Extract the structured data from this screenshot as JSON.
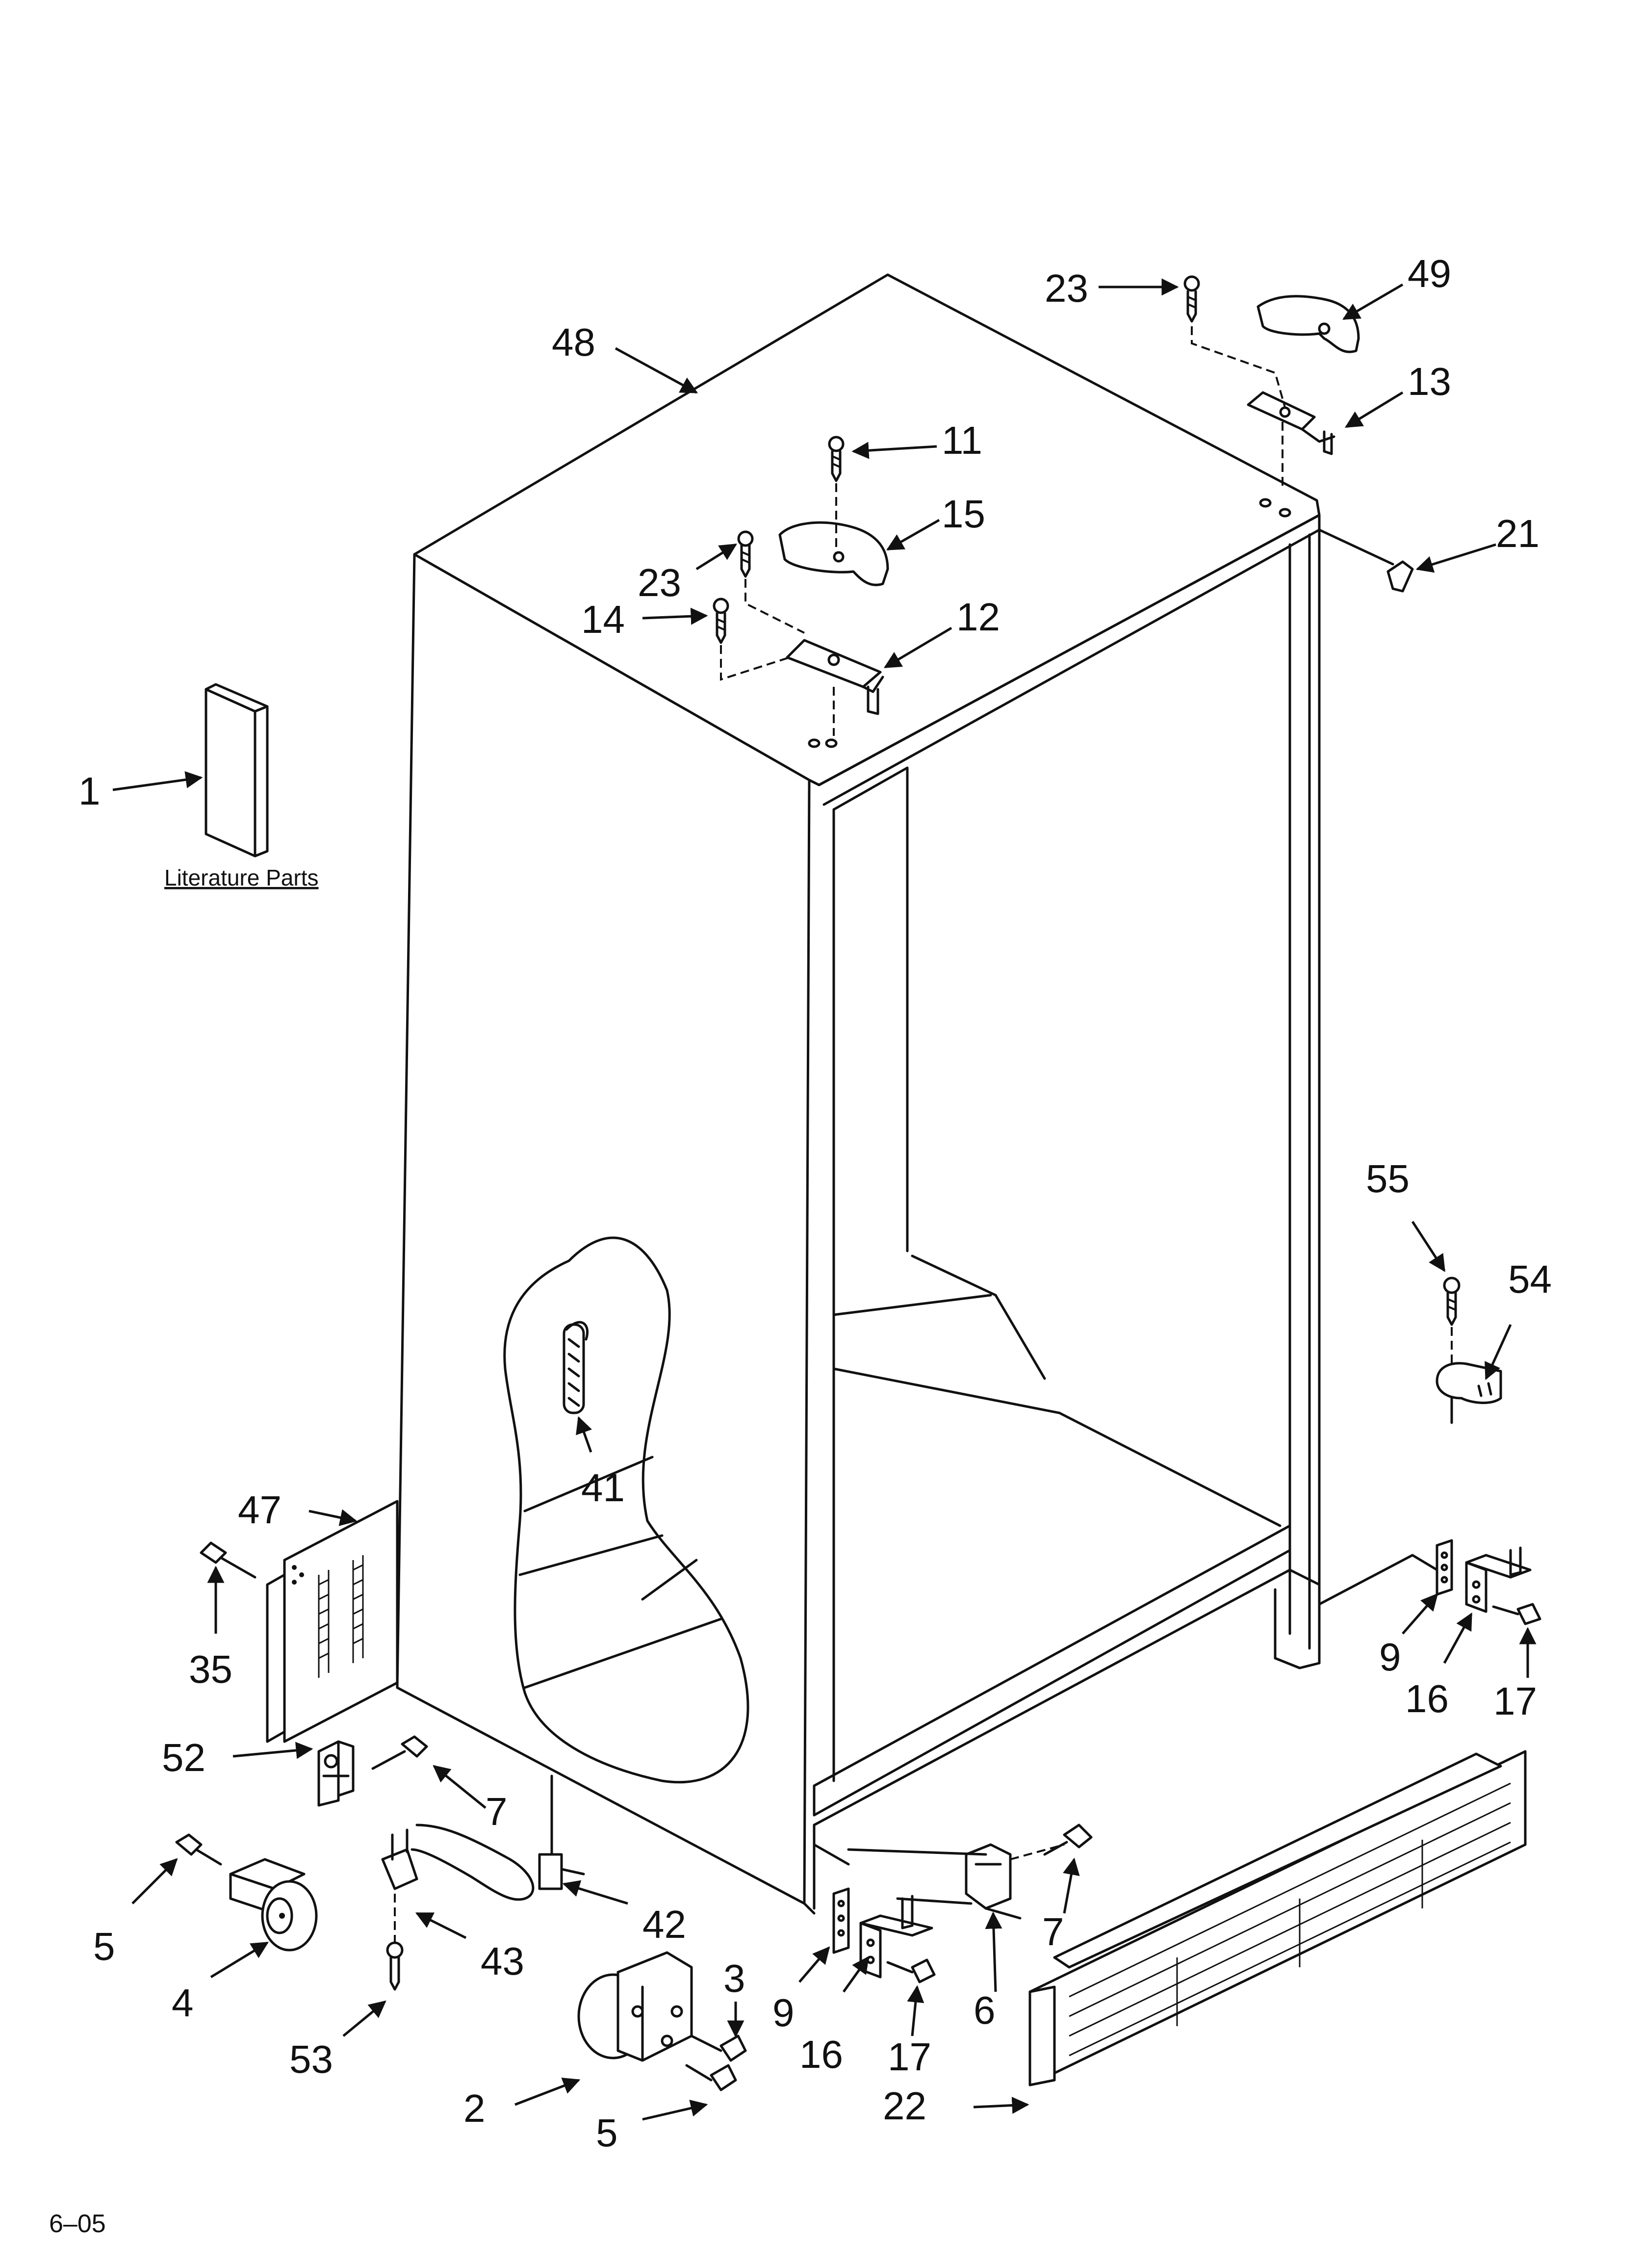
{
  "callouts": {
    "c48": "48",
    "c23a": "23",
    "c49": "49",
    "c13": "13",
    "c11": "11",
    "c15": "15",
    "c21": "21",
    "c23b": "23",
    "c14": "14",
    "c12": "12",
    "c1": "1",
    "c55": "55",
    "c54": "54",
    "c41": "41",
    "c47": "47",
    "c35": "35",
    "c9a": "9",
    "c16a": "16",
    "c17a": "17",
    "c52": "52",
    "c7a": "7",
    "c5a": "5",
    "c42": "42",
    "c43": "43",
    "c4": "4",
    "c3": "3",
    "c9b": "9",
    "c16b": "16",
    "c17b": "17",
    "c6": "6",
    "c7b": "7",
    "c53": "53",
    "c2": "2",
    "c5b": "5",
    "c22": "22"
  },
  "literature_label": "Literature Parts",
  "footer_code": "6–05"
}
